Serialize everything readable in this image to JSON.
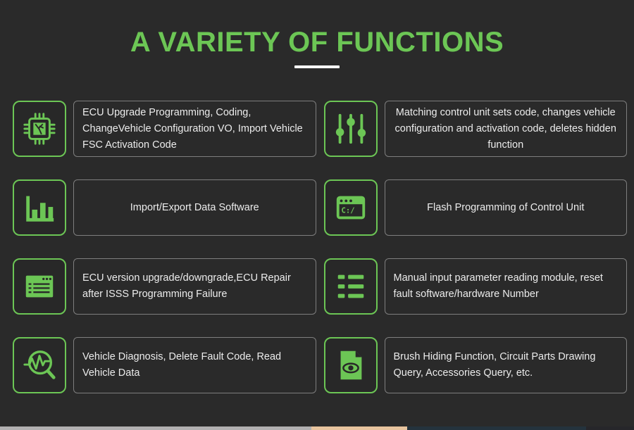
{
  "theme": {
    "background": "#2a2a2a",
    "green": "#6cc655",
    "icon_dark": "#282828",
    "text_color": "#ececec",
    "box_border_gray": "#7e7e7e",
    "underline_color": "#ffffff"
  },
  "header": {
    "title": "A VARIETY OF FUNCTIONS"
  },
  "cards": [
    {
      "icon": "chip-icon",
      "align": "left",
      "text": "ECU Upgrade Programming, Coding, ChangeVehicle Configuration VO, Import Vehicle FSC Activation Code"
    },
    {
      "icon": "sliders-icon",
      "align": "center",
      "text": "Matching control unit sets code, changes vehicle configuration and activation code, deletes hidden function"
    },
    {
      "icon": "bar-chart-icon",
      "align": "center",
      "text": "Import/Export Data Software"
    },
    {
      "icon": "terminal-icon",
      "align": "center",
      "text": "Flash Programming of Control Unit",
      "icon_label": "C:/"
    },
    {
      "icon": "list-window-icon",
      "align": "left",
      "text": "ECU version upgrade/downgrade,ECU Repair after ISSS Programming Failure"
    },
    {
      "icon": "list-icon",
      "align": "left",
      "text": "Manual input parameter reading module, reset fault software/hardware Number"
    },
    {
      "icon": "pulse-magnifier-icon",
      "align": "left",
      "text": "Vehicle Diagnosis, Delete Fault Code, Read Vehicle Data"
    },
    {
      "icon": "document-eye-icon",
      "align": "left",
      "text": "Brush Hiding Function, Circuit Parts Drawing Query, Accessories Query, etc."
    }
  ],
  "next_section_strip": {
    "segments": [
      {
        "color": "#b2b0b1",
        "width_pct": 49.1
      },
      {
        "color": "#e8c49e",
        "width_pct": 15.1
      },
      {
        "color": "#24333d",
        "width_pct": 28.2
      },
      {
        "color": "#26262a",
        "width_pct": 7.6
      }
    ]
  }
}
